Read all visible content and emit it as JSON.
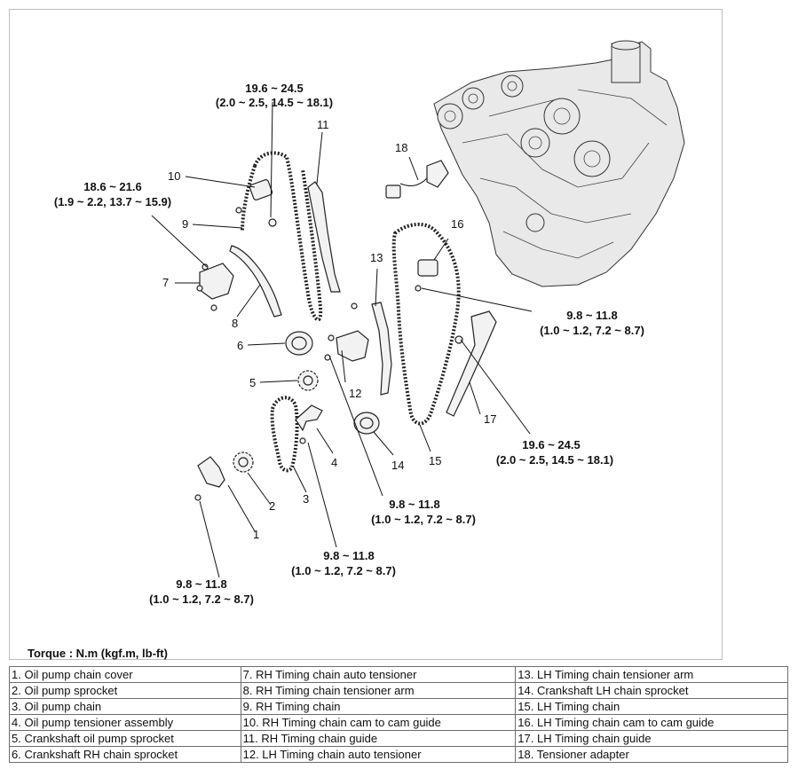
{
  "callouts": {
    "c1": "1",
    "c2": "2",
    "c3": "3",
    "c4": "4",
    "c5": "5",
    "c6": "6",
    "c7": "7",
    "c8": "8",
    "c9": "9",
    "c10": "10",
    "c11": "11",
    "c12": "12",
    "c13": "13",
    "c14": "14",
    "c15": "15",
    "c16": "16",
    "c17": "17",
    "c18": "18"
  },
  "torques": {
    "t_rh_cam_value": "19.6 ~ 24.5",
    "t_rh_cam_alt": "(2.0 ~ 2.5, 14.5 ~ 18.1)",
    "t_rh_tens_value": "18.6 ~ 21.6",
    "t_rh_tens_alt": "(1.9 ~ 2.2, 13.7 ~ 15.9)",
    "t_lh_guide_value": "9.8 ~ 11.8",
    "t_lh_guide_alt": "(1.0 ~ 1.2, 7.2 ~ 8.7)",
    "t_lh_arm_value": "19.6 ~ 24.5",
    "t_lh_arm_alt": "(2.0 ~ 2.5, 14.5 ~ 18.1)",
    "t_lh_tens_value": "9.8 ~ 11.8",
    "t_lh_tens_alt": "(1.0 ~ 1.2, 7.2 ~ 8.7)",
    "t_oil_tens_value": "9.8 ~ 11.8",
    "t_oil_tens_alt": "(1.0 ~ 1.2, 7.2 ~ 8.7)",
    "t_oil_cover_value": "9.8 ~ 11.8",
    "t_oil_cover_alt": "(1.0 ~ 1.2, 7.2 ~ 8.7)"
  },
  "torque_note": "Torque : N.m (kgf.m, lb-ft)",
  "legend": [
    [
      "1. Oil pump chain cover",
      "7. RH Timing chain auto tensioner",
      "13. LH Timing chain tensioner arm"
    ],
    [
      "2. Oil pump sprocket",
      "8. RH Timing chain tensioner arm",
      "14. Crankshaft LH chain sprocket"
    ],
    [
      "3. Oil pump chain",
      "9. RH Timing chain",
      "15. LH Timing chain"
    ],
    [
      "4. Oil pump tensioner assembly",
      "10. RH Timing chain cam to cam guide",
      "16. LH Timing chain cam to cam guide"
    ],
    [
      "5. Crankshaft oil pump sprocket",
      "11. RH Timing chain guide",
      "17. LH Timing chain guide"
    ],
    [
      "6. Crankshaft RH chain sprocket",
      "12. LH Timing chain auto tensioner",
      "18. Tensioner adapter"
    ]
  ]
}
